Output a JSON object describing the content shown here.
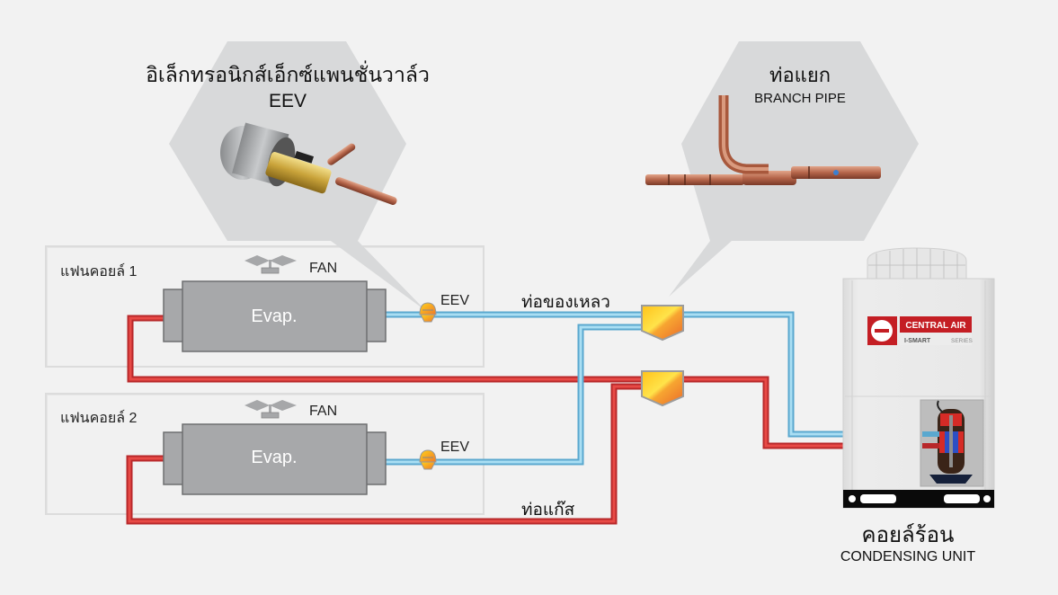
{
  "callouts": {
    "eev": {
      "title_th": "อิเล็กทรอนิกส์เอ็กซ์แพนชั่นวาล์ว",
      "title_en": "EEV",
      "image": "eev-valve-photo"
    },
    "branch": {
      "title_th": "ท่อแยก",
      "title_en": "BRANCH PIPE",
      "image": "branch-pipe-photo"
    }
  },
  "fan_coils": [
    {
      "label": "แฟนคอยล์ 1",
      "fan_label": "FAN",
      "evap_label": "Evap.",
      "eev_label": "EEV"
    },
    {
      "label": "แฟนคอยล์ 2",
      "fan_label": "FAN",
      "evap_label": "Evap.",
      "eev_label": "EEV"
    }
  ],
  "pipes": {
    "liquid_label": "ท่อของเหลว",
    "gas_label": "ท่อแก๊ส",
    "liquid_color": "#7cc4e4",
    "gas_color": "#d63a36"
  },
  "condensing_unit": {
    "title_th": "คอยล์ร้อน",
    "title_en": "CONDENSING UNIT",
    "brand": "CENTRAL AIR",
    "series": "I-SMART",
    "series_suffix": "SERIES"
  },
  "colors": {
    "background": "#f2f2f2",
    "callout": "#d8d9da",
    "evap_body": "#a7a8aa",
    "branch_fill_top": "#ffd31a",
    "branch_fill_bottom": "#f07c2c",
    "brand_red": "#c41e24"
  }
}
